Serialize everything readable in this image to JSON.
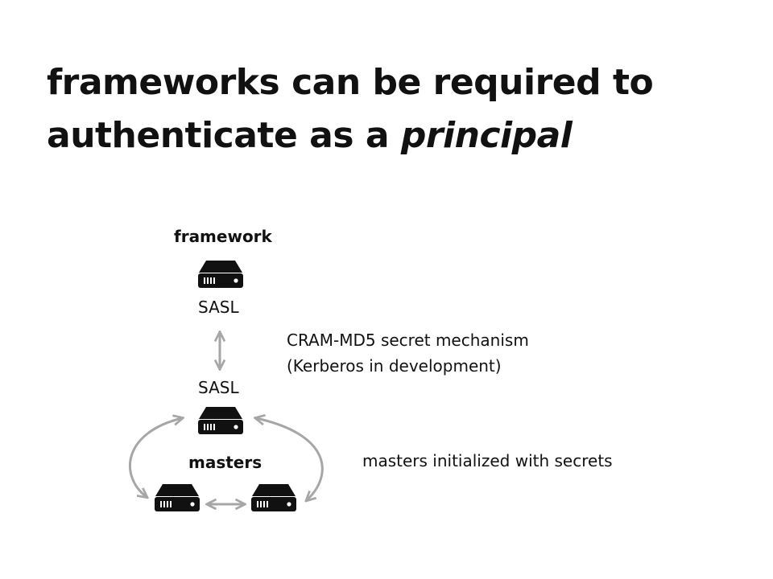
{
  "slide": {
    "title_line1": "frameworks can be required to",
    "title_line2_plain": "authenticate as a ",
    "title_line2_italic": "principal"
  },
  "diagram": {
    "framework_label": "framework",
    "framework_sasl": "SASL",
    "master_sasl": "SASL",
    "mechanism_line1": "CRAM-MD5 secret mechanism",
    "mechanism_line2": "(Kerberos in development)",
    "masters_label": "masters",
    "masters_note": "masters initialized with secrets"
  },
  "colors": {
    "arrow": "#a6a6a6",
    "server": "#111111"
  }
}
